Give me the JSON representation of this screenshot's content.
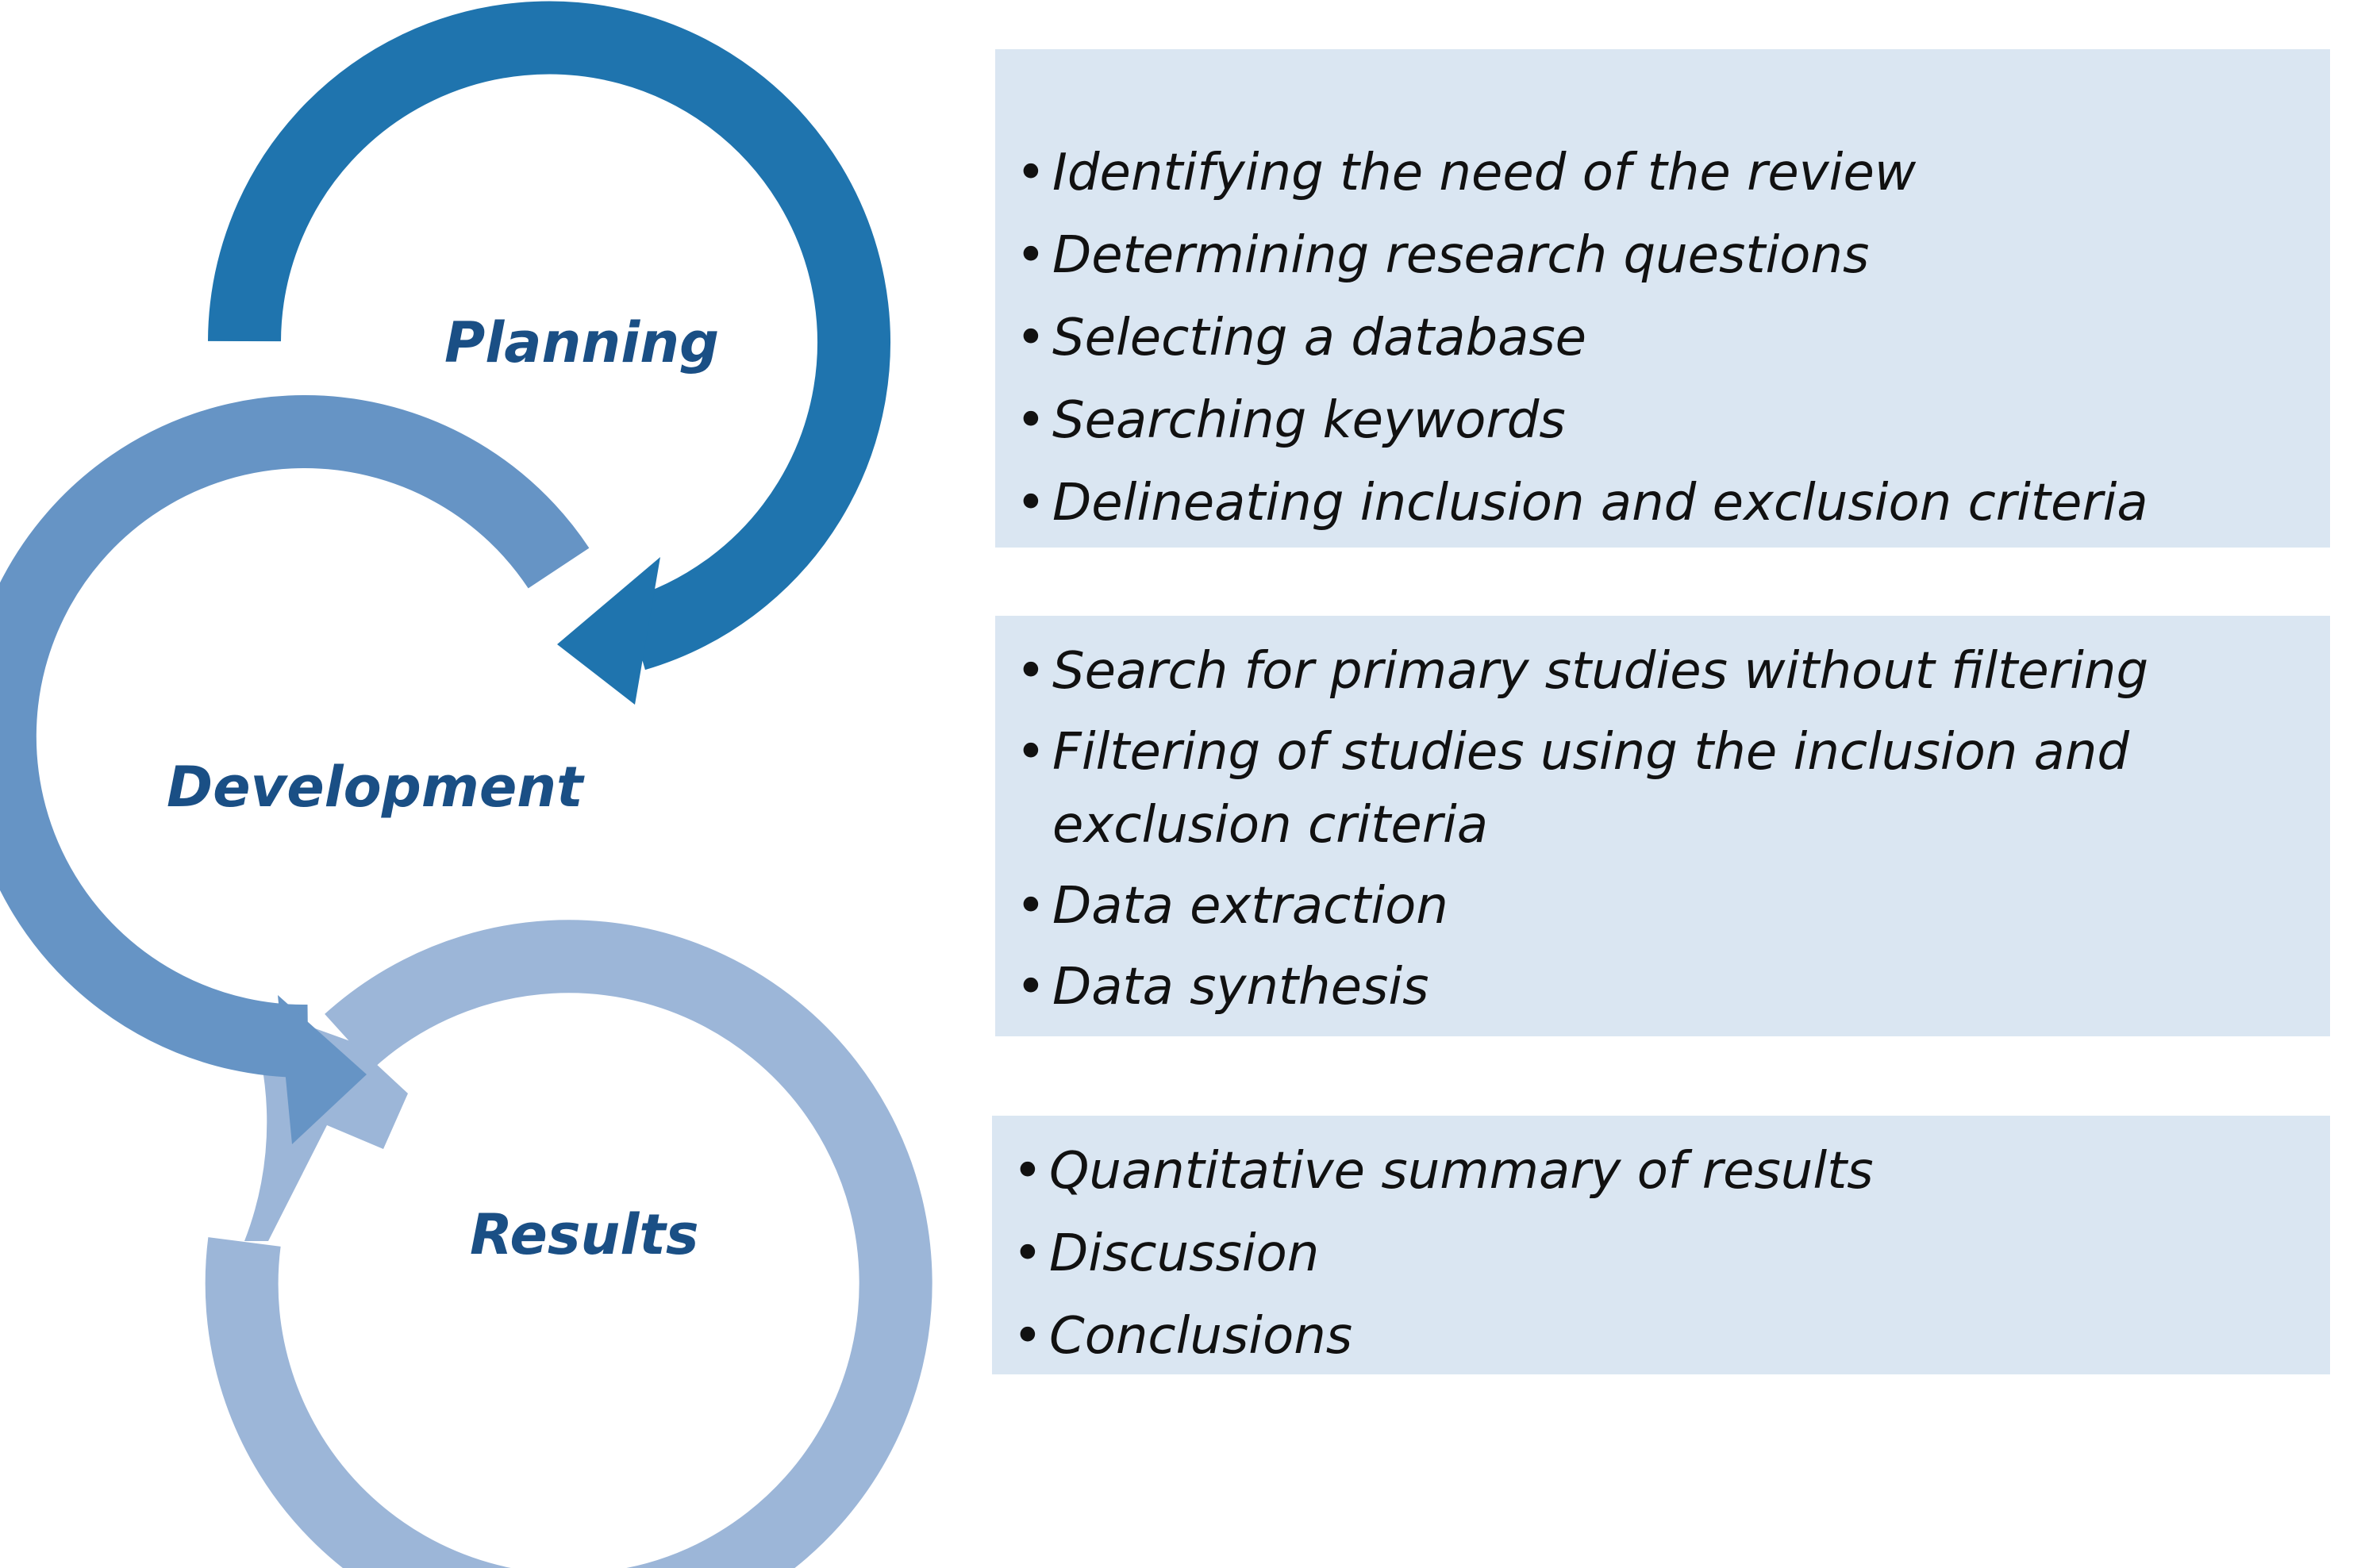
{
  "colors": {
    "planning": "#1f74ae",
    "development": "#6694c5",
    "results": "#9cb6d8",
    "label_text": "#1a4f85",
    "panel_bg": "#dae6f2",
    "panel_text": "#111111"
  },
  "bullet_glyph": "•",
  "phases": [
    {
      "key": "planning",
      "label": "Planning",
      "items": [
        "Identifying the need of the review",
        "Determining research questions",
        "Selecting a database",
        "Searching keywords",
        "Delineating inclusion and exclusion criteria"
      ]
    },
    {
      "key": "development",
      "label": "Development",
      "items": [
        "Search for primary studies without filtering",
        "Filtering of studies using the inclusion and exclusion criteria",
        "Data extraction",
        "Data synthesis"
      ]
    },
    {
      "key": "results",
      "label": "Results",
      "items": [
        "Quantitative summary of results",
        "Discussion",
        "Conclusions"
      ]
    }
  ]
}
